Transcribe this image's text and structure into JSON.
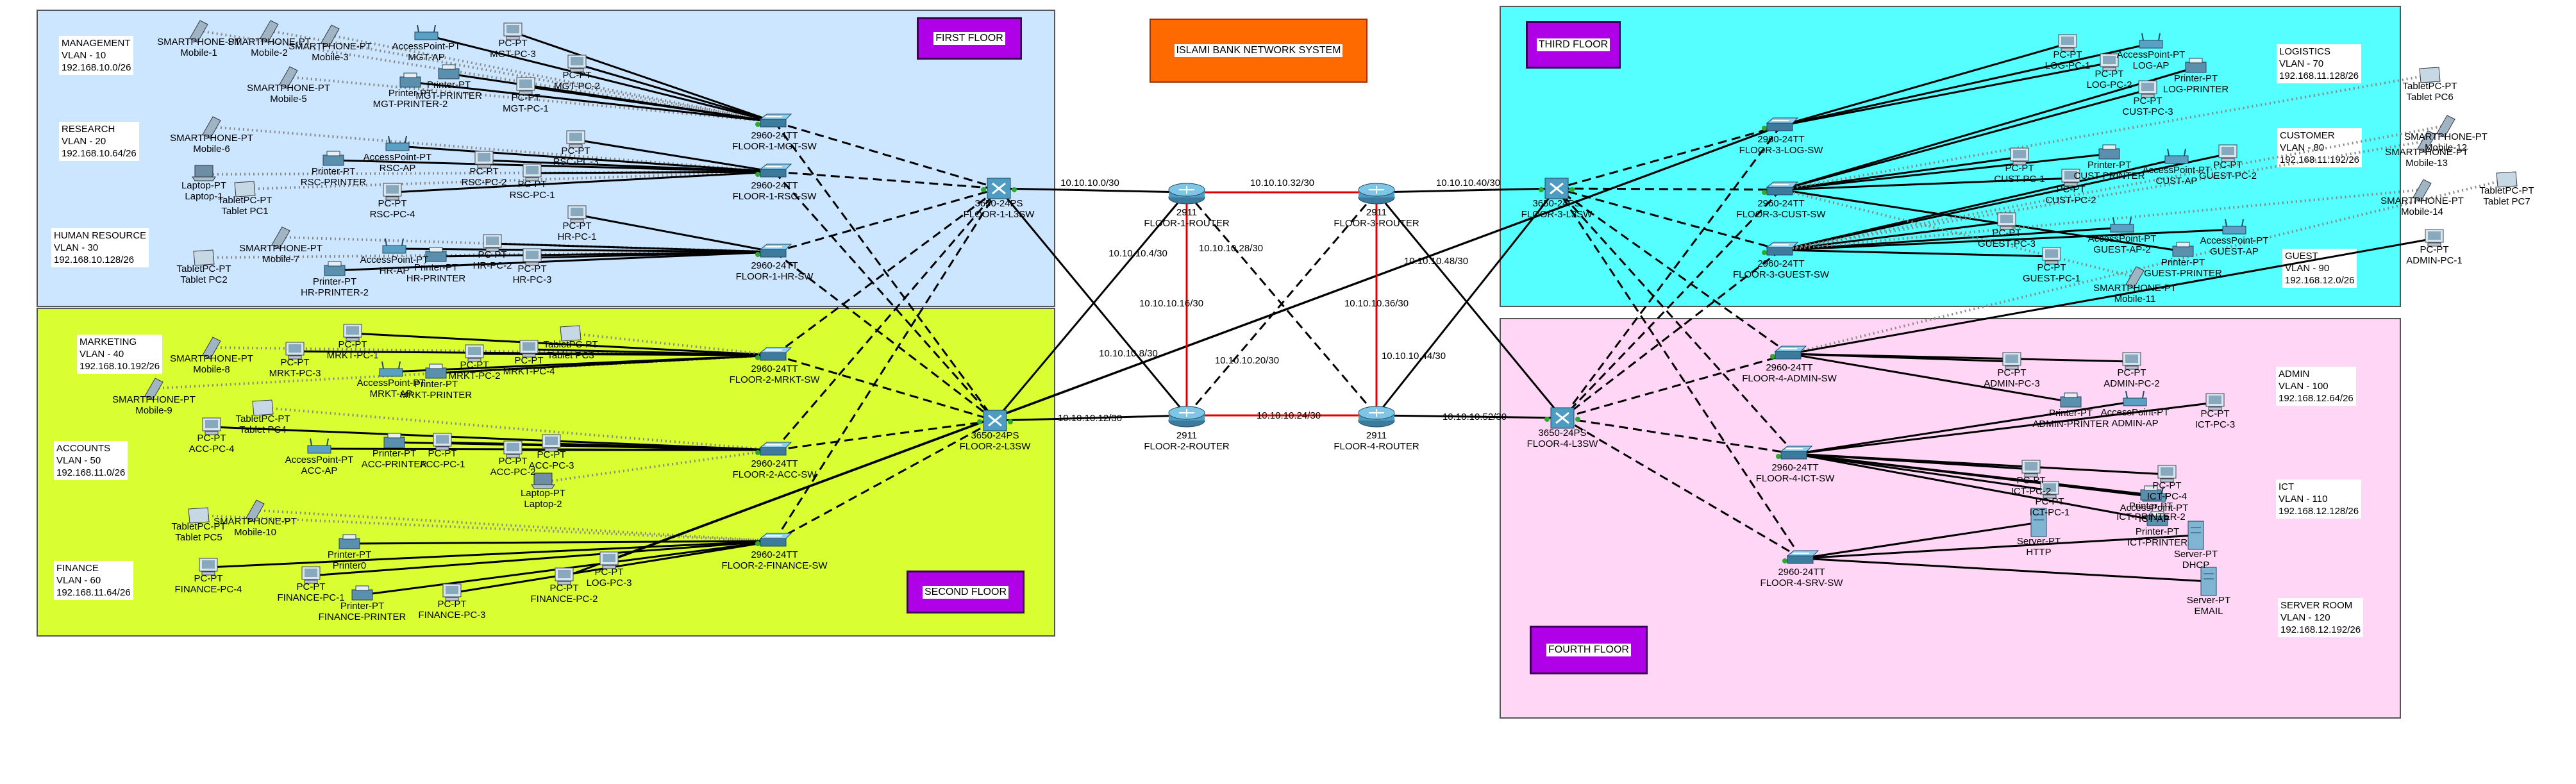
{
  "title": "ISLAMI BANK NETWORK SYSTEM",
  "floors": {
    "first": "FIRST FLOOR",
    "second": "SECOND FLOOR",
    "third": "THIRD FLOOR",
    "fourth": "FOURTH FLOOR"
  },
  "colors": {
    "first_floor": "#cce6ff",
    "second_floor": "#d9ff33",
    "third_floor": "#55ffff",
    "fourth_floor": "#ffd6f5",
    "title_bg": "#ff6a00",
    "floor_tag_bg": "#b000e8",
    "router_link": "#e00000",
    "link_up": "#2ea82e"
  },
  "vlans": [
    {
      "name": "MANAGEMENT",
      "vlan": "VLAN - 10",
      "subnet": "192.168.10.0/26"
    },
    {
      "name": "RESEARCH",
      "vlan": "VLAN - 20",
      "subnet": "192.168.10.64/26"
    },
    {
      "name": "HUMAN RESOURCE",
      "vlan": "VLAN - 30",
      "subnet": "192.168.10.128/26"
    },
    {
      "name": "MARKETING",
      "vlan": "VLAN - 40",
      "subnet": "192.168.10.192/26"
    },
    {
      "name": "ACCOUNTS",
      "vlan": "VLAN - 50",
      "subnet": "192.168.11.0/26"
    },
    {
      "name": "FINANCE",
      "vlan": "VLAN - 60",
      "subnet": "192.168.11.64/26"
    },
    {
      "name": "LOGISTICS",
      "vlan": "VLAN - 70",
      "subnet": "192.168.11.128/26"
    },
    {
      "name": "CUSTOMER",
      "vlan": "VLAN - 80",
      "subnet": "192.168.11.192/26"
    },
    {
      "name": "GUEST",
      "vlan": "VLAN - 90",
      "subnet": "192.168.12.0/26"
    },
    {
      "name": "ADMIN",
      "vlan": "VLAN - 100",
      "subnet": "192.168.12.64/26"
    },
    {
      "name": "ICT",
      "vlan": "VLAN - 110",
      "subnet": "192.168.12.128/26"
    },
    {
      "name": "SERVER ROOM",
      "vlan": "VLAN - 120",
      "subnet": "192.168.12.192/26"
    }
  ],
  "routers": [
    {
      "model": "2911",
      "name": "FLOOR-1-ROUTER"
    },
    {
      "model": "2911",
      "name": "FLOOR-2-ROUTER"
    },
    {
      "model": "2911",
      "name": "FLOOR-3-ROUTER"
    },
    {
      "model": "2911",
      "name": "FLOOR-4-ROUTER"
    }
  ],
  "l3switches": [
    {
      "model": "3650-24PS",
      "name": "FLOOR-1-L3SW"
    },
    {
      "model": "3650-24PS",
      "name": "FLOOR-2-L3SW"
    },
    {
      "model": "3650-24PS",
      "name": "FLOOR-3-L3SW"
    },
    {
      "model": "3650-24PS",
      "name": "FLOOR-4-L3SW"
    }
  ],
  "access_switches": [
    {
      "model": "2960-24TT",
      "name": "FLOOR-1-MGT-SW"
    },
    {
      "model": "2960-24TT",
      "name": "FLOOR-1-RSC-SW"
    },
    {
      "model": "2960-24TT",
      "name": "FLOOR-1-HR-SW"
    },
    {
      "model": "2960-24TT",
      "name": "FLOOR-2-MRKT-SW"
    },
    {
      "model": "2960-24TT",
      "name": "FLOOR-2-ACC-SW"
    },
    {
      "model": "2960-24TT",
      "name": "FLOOR-2-FINANCE-SW"
    },
    {
      "model": "2960-24TT",
      "name": "FLOOR-3-LOG-SW"
    },
    {
      "model": "2960-24TT",
      "name": "FLOOR-3-CUST-SW"
    },
    {
      "model": "2960-24TT",
      "name": "FLOOR-3-GUEST-SW"
    },
    {
      "model": "2960-24TT",
      "name": "FLOOR-4-ADMIN-SW"
    },
    {
      "model": "2960-24TT",
      "name": "FLOOR-4-ICT-SW"
    },
    {
      "model": "2960-24TT",
      "name": "FLOOR-4-SRV-SW"
    }
  ],
  "subnets": [
    "10.10.10.0/30",
    "10.10.10.4/30",
    "10.10.10.8/30",
    "10.10.10.12/30",
    "10.10.10.16/30",
    "10.10.10.20/30",
    "10.10.10.24/30",
    "10.10.10.28/30",
    "10.10.10.32/30",
    "10.10.10.36/30",
    "10.10.10.40/30",
    "10.10.10.44/30",
    "10.10.10.48/30",
    "10.10.10.52/30"
  ],
  "devices": [
    {
      "t": "SMARTPHONE-PT",
      "n": "Mobile-1",
      "k": "phone"
    },
    {
      "t": "SMARTPHONE-PT",
      "n": "Mobile-2",
      "k": "phone"
    },
    {
      "t": "SMARTPHONE-PT",
      "n": "Mobile-3",
      "k": "phone"
    },
    {
      "t": "SMARTPHONE-PT",
      "n": "Mobile-5",
      "k": "phone"
    },
    {
      "t": "AccessPoint-PT",
      "n": "MGT-AP",
      "k": "ap"
    },
    {
      "t": "PC-PT",
      "n": "MGT-PC-3",
      "k": "pc"
    },
    {
      "t": "PC-PT",
      "n": "MGT-PC-2",
      "k": "pc"
    },
    {
      "t": "PC-PT",
      "n": "MGT-PC-1",
      "k": "pc"
    },
    {
      "t": "Printer-PT",
      "n": "MGT-PRINTER",
      "k": "printer"
    },
    {
      "t": "Printer-PT",
      "n": "MGT-PRINTER-2",
      "k": "printer"
    },
    {
      "t": "SMARTPHONE-PT",
      "n": "Mobile-6",
      "k": "phone"
    },
    {
      "t": "Laptop-PT",
      "n": "Laptop-1",
      "k": "laptop"
    },
    {
      "t": "TabletPC-PT",
      "n": "Tablet PC1",
      "k": "tablet"
    },
    {
      "t": "Printer-PT",
      "n": "RSC-PRINTER",
      "k": "printer"
    },
    {
      "t": "AccessPoint-PT",
      "n": "RSC-AP",
      "k": "ap"
    },
    {
      "t": "PC-PT",
      "n": "RSC-PC-4",
      "k": "pc"
    },
    {
      "t": "PC-PT",
      "n": "RSC-PC-2",
      "k": "pc"
    },
    {
      "t": "PC-PT",
      "n": "RSC-PC-1",
      "k": "pc"
    },
    {
      "t": "PC-PT",
      "n": "RSC-PC-3",
      "k": "pc"
    },
    {
      "t": "TabletPC-PT",
      "n": "Tablet PC2",
      "k": "tablet"
    },
    {
      "t": "SMARTPHONE-PT",
      "n": "Mobile-7",
      "k": "phone"
    },
    {
      "t": "AccessPoint-PT",
      "n": "HR-AP",
      "k": "ap"
    },
    {
      "t": "Printer-PT",
      "n": "HR-PRINTER",
      "k": "printer"
    },
    {
      "t": "Printer-PT",
      "n": "HR-PRINTER-2",
      "k": "printer"
    },
    {
      "t": "PC-PT",
      "n": "HR-PC-2",
      "k": "pc"
    },
    {
      "t": "PC-PT",
      "n": "HR-PC-3",
      "k": "pc"
    },
    {
      "t": "PC-PT",
      "n": "HR-PC-1",
      "k": "pc"
    },
    {
      "t": "SMARTPHONE-PT",
      "n": "Mobile-8",
      "k": "phone"
    },
    {
      "t": "SMARTPHONE-PT",
      "n": "Mobile-9",
      "k": "phone"
    },
    {
      "t": "PC-PT",
      "n": "MRKT-PC-3",
      "k": "pc"
    },
    {
      "t": "AccessPoint-PT",
      "n": "MRKT-AP",
      "k": "ap"
    },
    {
      "t": "Printer-PT",
      "n": "MRKT-PRINTER",
      "k": "printer"
    },
    {
      "t": "PC-PT",
      "n": "MRKT-PC-1",
      "k": "pc"
    },
    {
      "t": "PC-PT",
      "n": "MRKT-PC-2",
      "k": "pc"
    },
    {
      "t": "PC-PT",
      "n": "MRKT-PC-4",
      "k": "pc"
    },
    {
      "t": "TabletPC-PT",
      "n": "Tablet PC3",
      "k": "tablet"
    },
    {
      "t": "TabletPC-PT",
      "n": "Tablet PC4",
      "k": "tablet"
    },
    {
      "t": "PC-PT",
      "n": "ACC-PC-4",
      "k": "pc"
    },
    {
      "t": "AccessPoint-PT",
      "n": "ACC-AP",
      "k": "ap"
    },
    {
      "t": "Printer-PT",
      "n": "ACC-PRINTER",
      "k": "printer"
    },
    {
      "t": "PC-PT",
      "n": "ACC-PC-1",
      "k": "pc"
    },
    {
      "t": "PC-PT",
      "n": "ACC-PC-2",
      "k": "pc"
    },
    {
      "t": "PC-PT",
      "n": "ACC-PC-3",
      "k": "pc"
    },
    {
      "t": "Laptop-PT",
      "n": "Laptop-2",
      "k": "laptop"
    },
    {
      "t": "TabletPC-PT",
      "n": "Tablet PC5",
      "k": "tablet"
    },
    {
      "t": "SMARTPHONE-PT",
      "n": "Mobile-10",
      "k": "phone"
    },
    {
      "t": "PC-PT",
      "n": "FINANCE-PC-4",
      "k": "pc"
    },
    {
      "t": "PC-PT",
      "n": "FINANCE-PC-1",
      "k": "pc"
    },
    {
      "t": "Printer-PT",
      "n": "Printer0",
      "k": "printer"
    },
    {
      "t": "Printer-PT",
      "n": "FINANCE-PRINTER",
      "k": "printer"
    },
    {
      "t": "PC-PT",
      "n": "FINANCE-PC-3",
      "k": "pc"
    },
    {
      "t": "PC-PT",
      "n": "FINANCE-PC-2",
      "k": "pc"
    },
    {
      "t": "PC-PT",
      "n": "LOG-PC-3",
      "k": "pc"
    },
    {
      "t": "PC-PT",
      "n": "LOG-PC-1",
      "k": "pc"
    },
    {
      "t": "PC-PT",
      "n": "LOG-PC-2",
      "k": "pc"
    },
    {
      "t": "AccessPoint-PT",
      "n": "LOG-AP",
      "k": "ap"
    },
    {
      "t": "Printer-PT",
      "n": "LOG-PRINTER",
      "k": "printer"
    },
    {
      "t": "PC-PT",
      "n": "CUST-PC-3",
      "k": "pc"
    },
    {
      "t": "PC-PT",
      "n": "CUST-PC-1",
      "k": "pc"
    },
    {
      "t": "PC-PT",
      "n": "CUST-PC-2",
      "k": "pc"
    },
    {
      "t": "Printer-PT",
      "n": "CUST-PRINTER",
      "k": "printer"
    },
    {
      "t": "AccessPoint-PT",
      "n": "CUST-AP",
      "k": "ap"
    },
    {
      "t": "PC-PT",
      "n": "GUEST-PC-2",
      "k": "pc"
    },
    {
      "t": "PC-PT",
      "n": "GUEST-PC-3",
      "k": "pc"
    },
    {
      "t": "PC-PT",
      "n": "GUEST-PC-1",
      "k": "pc"
    },
    {
      "t": "AccessPoint-PT",
      "n": "GUEST-AP-2",
      "k": "ap"
    },
    {
      "t": "AccessPoint-PT",
      "n": "GUEST-AP",
      "k": "ap"
    },
    {
      "t": "Printer-PT",
      "n": "GUEST-PRINTER",
      "k": "printer"
    },
    {
      "t": "SMARTPHONE-PT",
      "n": "Mobile-11",
      "k": "phone"
    },
    {
      "t": "TabletPC-PT",
      "n": "Tablet PC6",
      "k": "tablet"
    },
    {
      "t": "SMARTPHONE-PT",
      "n": "Mobile-12",
      "k": "phone"
    },
    {
      "t": "SMARTPHONE-PT",
      "n": "Mobile-13",
      "k": "phone"
    },
    {
      "t": "SMARTPHONE-PT",
      "n": "Mobile-14",
      "k": "phone"
    },
    {
      "t": "TabletPC-PT",
      "n": "Tablet PC7",
      "k": "tablet"
    },
    {
      "t": "PC-PT",
      "n": "ADMIN-PC-1",
      "k": "pc"
    },
    {
      "t": "PC-PT",
      "n": "ADMIN-PC-3",
      "k": "pc"
    },
    {
      "t": "PC-PT",
      "n": "ADMIN-PC-2",
      "k": "pc"
    },
    {
      "t": "Printer-PT",
      "n": "ADMIN-PRINTER",
      "k": "printer"
    },
    {
      "t": "AccessPoint-PT",
      "n": "ADMIN-AP",
      "k": "ap"
    },
    {
      "t": "PC-PT",
      "n": "ICT-PC-3",
      "k": "pc"
    },
    {
      "t": "PC-PT",
      "n": "ICT-PC-2",
      "k": "pc"
    },
    {
      "t": "PC-PT",
      "n": "ICT-PC-1",
      "k": "pc"
    },
    {
      "t": "PC-PT",
      "n": "ICT-PC-4",
      "k": "pc"
    },
    {
      "t": "AccessPoint-PT",
      "n": "ICT-AP",
      "k": "ap"
    },
    {
      "t": "Printer-PT",
      "n": "ICT-PRINTER",
      "k": "printer"
    },
    {
      "t": "Printer-PT",
      "n": "ICT-PRINTER-2",
      "k": "printer"
    },
    {
      "t": "Server-PT",
      "n": "HTTP",
      "k": "server"
    },
    {
      "t": "Server-PT",
      "n": "DHCP",
      "k": "server"
    },
    {
      "t": "Server-PT",
      "n": "EMAIL",
      "k": "server"
    }
  ]
}
